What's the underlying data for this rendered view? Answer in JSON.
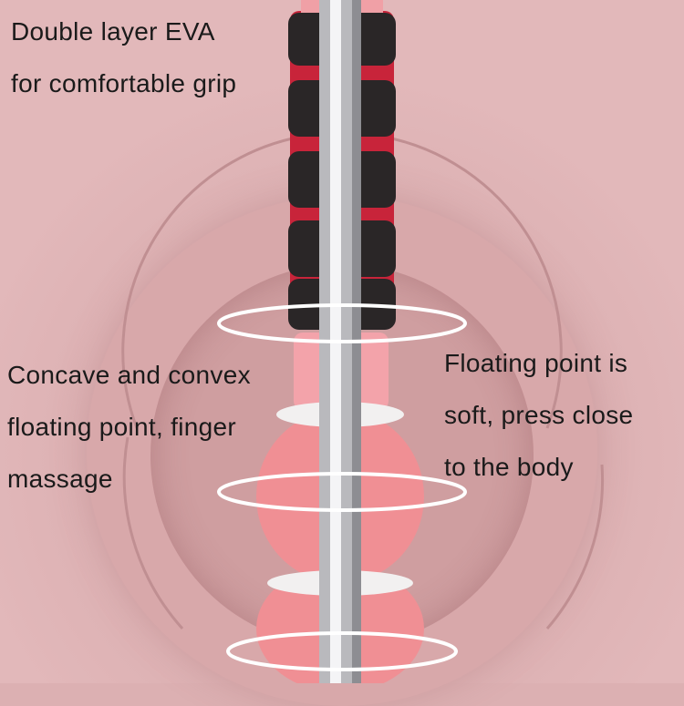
{
  "labels": {
    "grip": [
      "Double layer EVA",
      "for comfortable grip"
    ],
    "left": [
      "Concave and convex",
      "floating point, finger",
      "massage"
    ],
    "right": [
      "Floating point is",
      "soft, press close",
      "to the body"
    ]
  },
  "colors": {
    "background": "#dcb0b2",
    "foam": "#2a2627",
    "foam_accent": "#c8243a",
    "ball": "#f08f94",
    "rod": "#b9b9bd"
  }
}
